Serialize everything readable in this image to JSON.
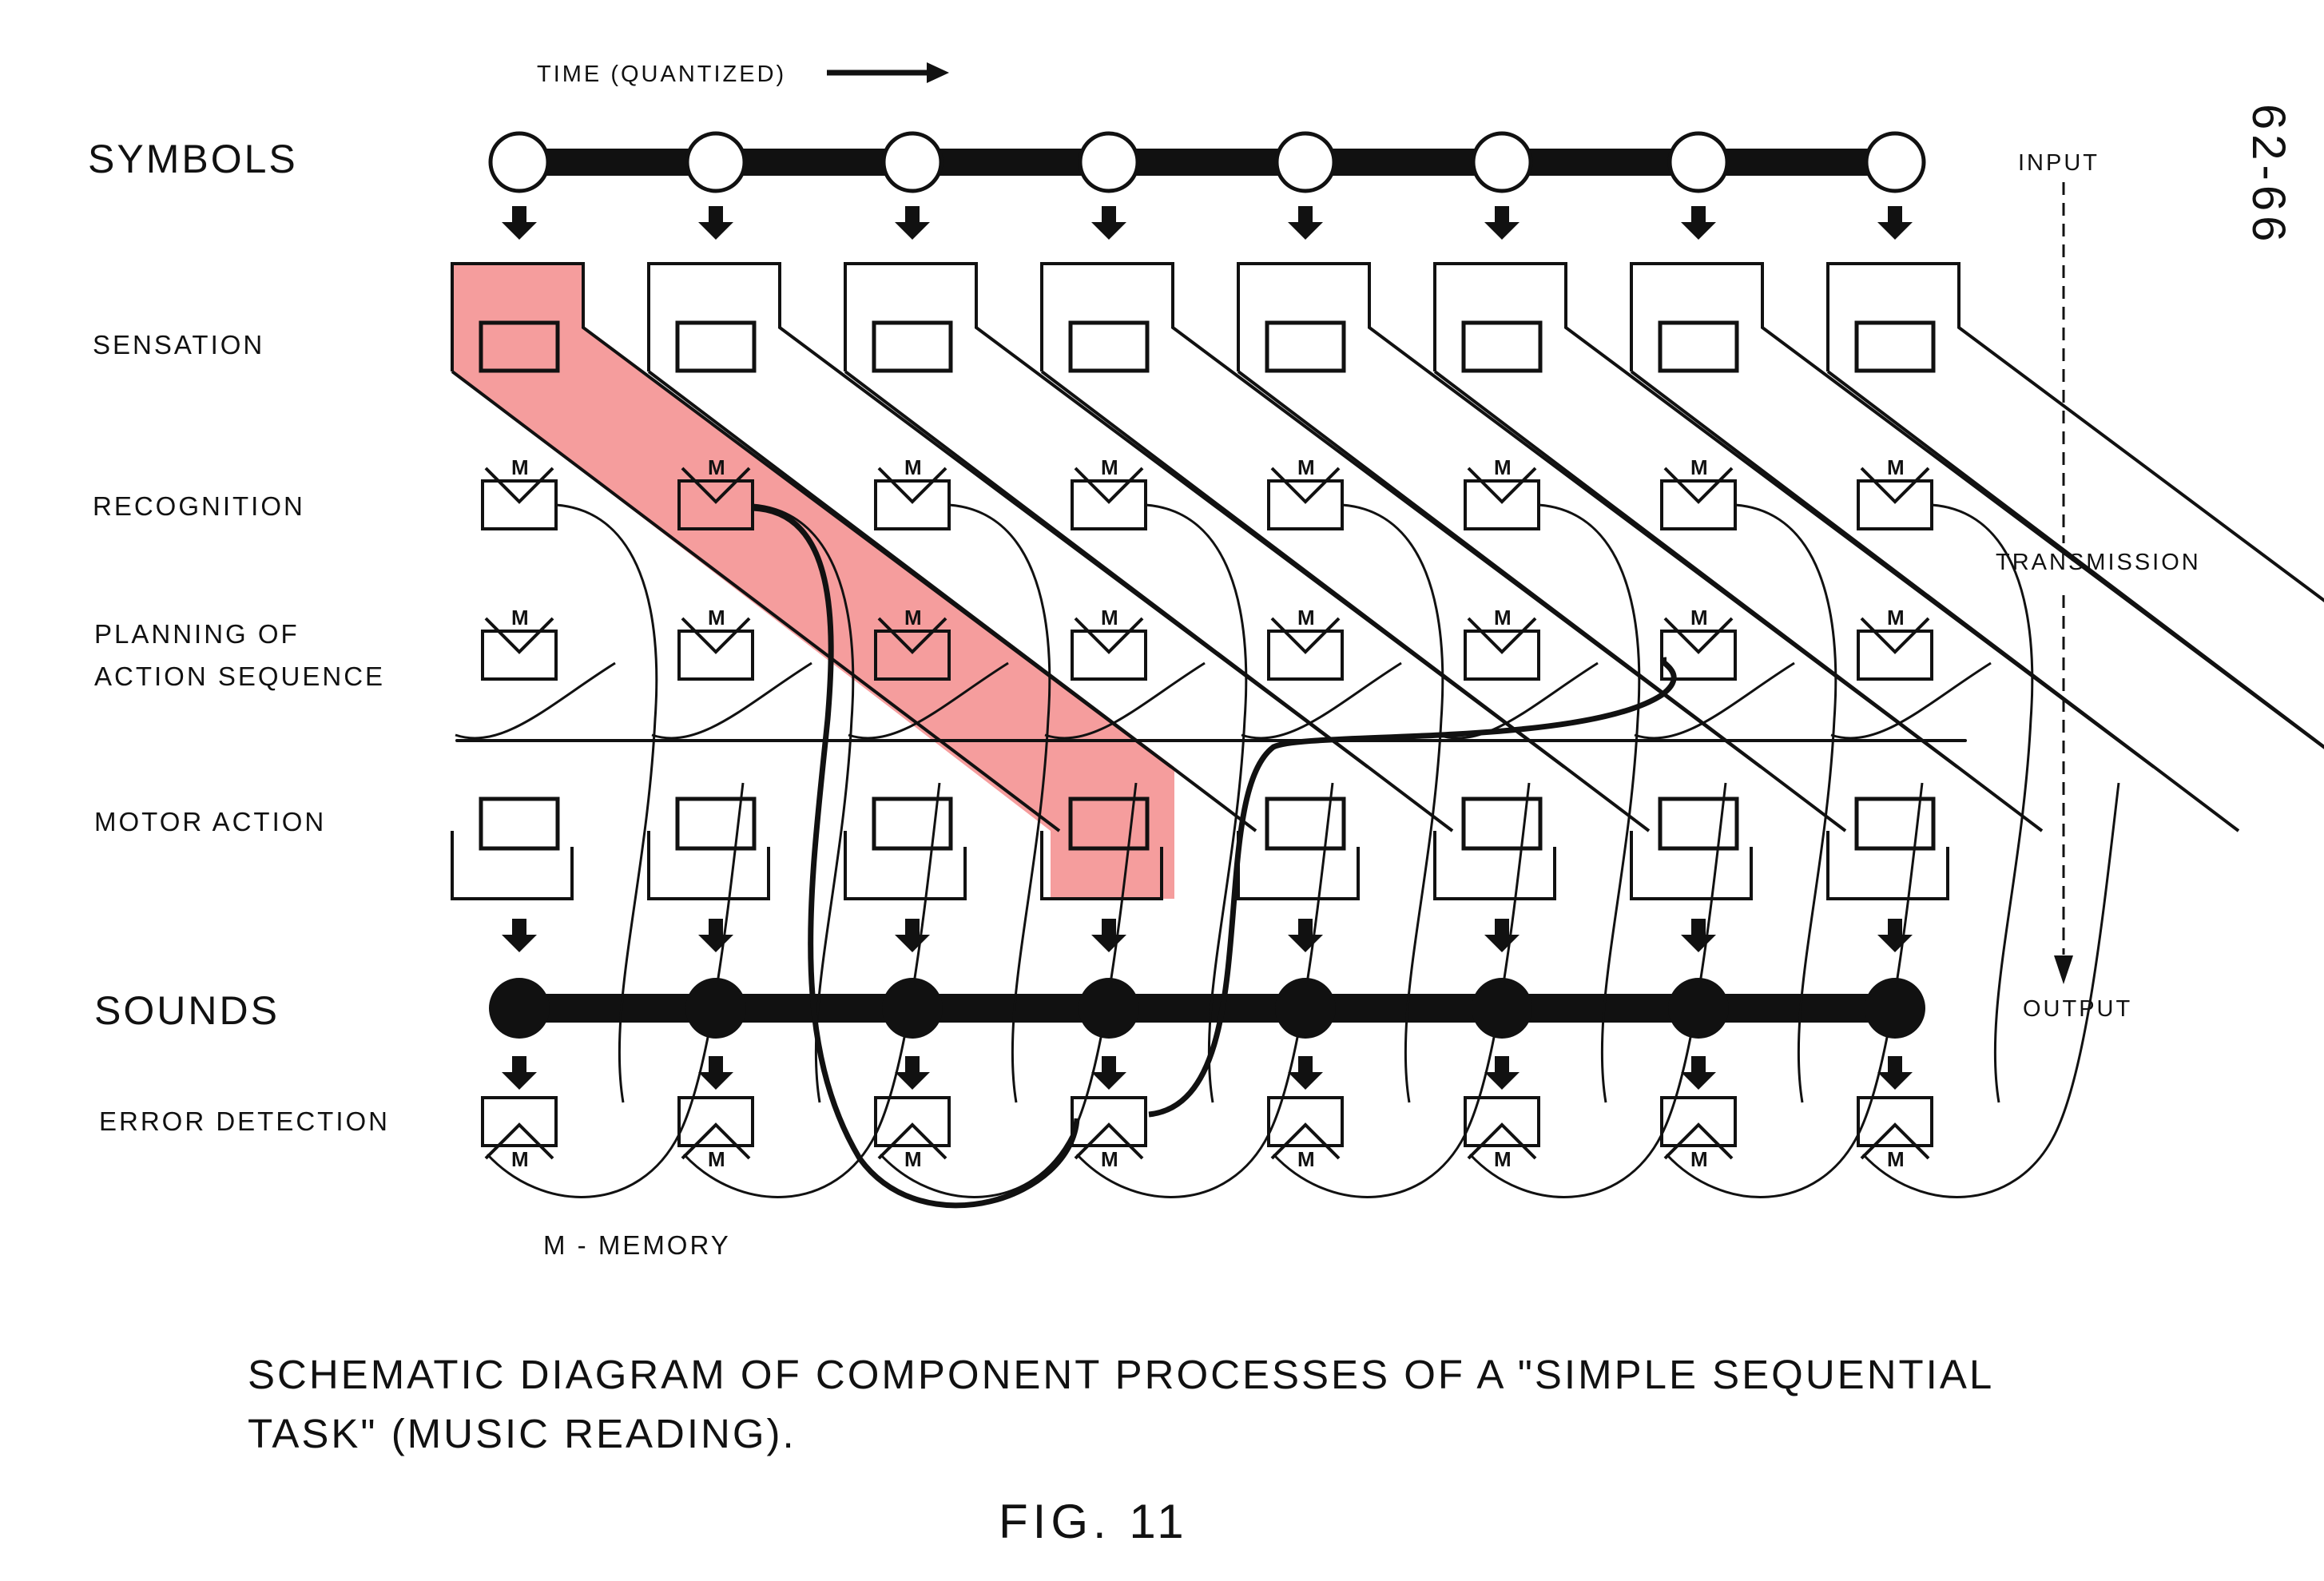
{
  "header": {
    "time_label": "TIME (QUANTIZED)",
    "page_number": "62-66"
  },
  "rows": {
    "symbols": "SYMBOLS",
    "sensation": "SENSATION",
    "recognition": "RECOGNITION",
    "planning_line1": "PLANNING OF",
    "planning_line2": "ACTION SEQUENCE",
    "motor_action": "MOTOR ACTION",
    "sounds": "SOUNDS",
    "error_detection": "ERROR DETECTION"
  },
  "side": {
    "input": "INPUT",
    "transmission": "TRANSMISSION",
    "output": "OUTPUT"
  },
  "legend": {
    "memory": "M - MEMORY"
  },
  "memory_mark": "M",
  "caption": {
    "line1": "SCHEMATIC DIAGRAM OF COMPONENT PROCESSES OF A \"SIMPLE SEQUENTIAL",
    "line2": "TASK\" (MUSIC READING).",
    "figure": "FIG. 11"
  },
  "diagram": {
    "columns": 8,
    "highlight_column": 1,
    "colors": {
      "ink": "#111111",
      "highlight": "#f38888"
    }
  }
}
